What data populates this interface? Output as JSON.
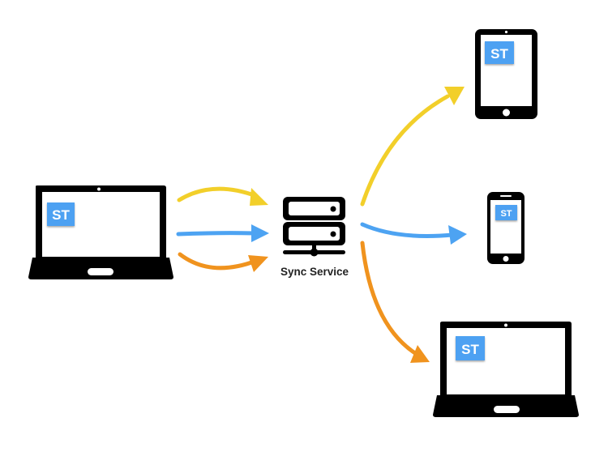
{
  "diagram": {
    "title": "Sync Service data flow",
    "server": {
      "label": "Sync Service",
      "icon": "server-icon"
    },
    "source_device": {
      "type": "laptop",
      "app_badge": "ST"
    },
    "target_devices": [
      {
        "type": "tablet",
        "app_badge": "ST"
      },
      {
        "type": "phone",
        "app_badge": "ST"
      },
      {
        "type": "laptop",
        "app_badge": "ST"
      }
    ],
    "arrow_colors": {
      "yellow": "#F2CF2A",
      "blue": "#4DA3F2",
      "orange": "#F0931E"
    },
    "badge_color": "#4DA1F2",
    "device_color": "#000000"
  }
}
